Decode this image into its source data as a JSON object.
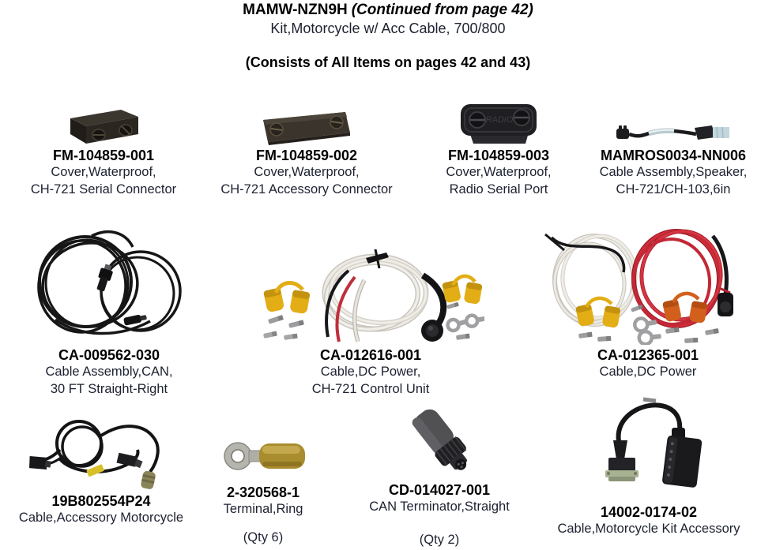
{
  "header": {
    "kit_number": "MAMW-NZN9H",
    "continued_note": "(Continued from page 42)",
    "kit_description": "Kit,Motorcycle w/ Acc Cable, 700/800",
    "consists_note": "(Consists of All Items on pages 42 and 43)"
  },
  "items": [
    {
      "part_number": "FM-104859-001",
      "desc1": "Cover,Waterproof,",
      "desc2": "CH-721 Serial Connector",
      "photo": "waterproof-cover-serial"
    },
    {
      "part_number": "FM-104859-002",
      "desc1": "Cover,Waterproof,",
      "desc2": "CH-721 Accessory Connector",
      "photo": "waterproof-cover-accessory"
    },
    {
      "part_number": "FM-104859-003",
      "desc1": "Cover,Waterproof,",
      "desc2": "Radio Serial Port",
      "photo": "waterproof-cover-radio-port",
      "embossed_text": "RADIO"
    },
    {
      "part_number": "MAMROS0034-NN006",
      "desc1": "Cable Assembly,Speaker,",
      "desc2": "CH-721/CH-103,6in",
      "photo": "speaker-cable"
    },
    {
      "part_number": "CA-009562-030",
      "desc1": "Cable Assembly,CAN,",
      "desc2": "30 FT Straight-Right",
      "photo": "can-cable-coil"
    },
    {
      "part_number": "CA-012616-001",
      "desc1": "Cable,DC Power,",
      "desc2": "CH-721 Control Unit",
      "photo": "dc-power-cable-ch721"
    },
    {
      "part_number": "CA-012365-001",
      "desc1": "Cable,DC Power",
      "photo": "dc-power-cable"
    },
    {
      "part_number": "19B802554P24",
      "desc1": "Cable,Accessory Motorcycle",
      "photo": "accessory-motorcycle-cable"
    },
    {
      "part_number": "2-320568-1",
      "desc1": "Terminal,Ring",
      "qty": "(Qty 6)",
      "photo": "ring-terminal"
    },
    {
      "part_number": "CD-014027-001",
      "desc1": "CAN Terminator,Straight",
      "qty": "(Qty 2)",
      "photo": "can-terminator"
    },
    {
      "part_number": "14002-0174-02",
      "desc1": "Cable,Motorcycle Kit Accessory",
      "photo": "motorcycle-kit-cable"
    }
  ],
  "colors": {
    "description_text": "#1d2130",
    "part_number_text": "#000000",
    "fuse_holder_yellow": "#e3ad16",
    "fuse_holder_orange": "#d2601c",
    "wire_red": "#c22836",
    "cable_white": "#edebe4",
    "cable_light_blue": "#c3d6dd"
  }
}
